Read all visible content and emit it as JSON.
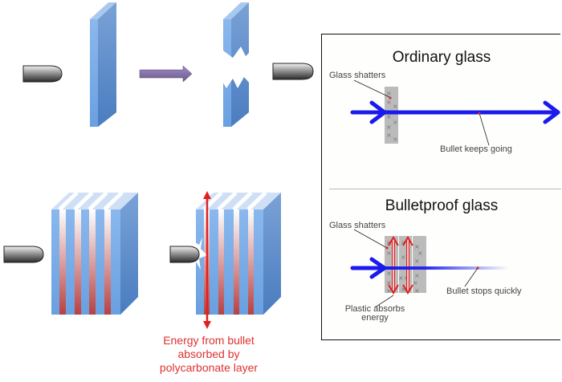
{
  "left_diagram": {
    "caption_lines": [
      "Energy from bullet",
      "absorbed by",
      "polycarbonate layer"
    ],
    "colors": {
      "glass": "#6a9ad6",
      "bullet": "#555555",
      "arrow": "#8a7aa8",
      "energy": "#e02020"
    }
  },
  "ordinary_panel": {
    "title": "Ordinary glass",
    "label_shatter": "Glass shatters",
    "label_bullet": "Bullet keeps going"
  },
  "bulletproof_panel": {
    "title": "Bulletproof glass",
    "label_shatter": "Glass shatters",
    "label_bullet": "Bullet stops quickly",
    "label_plastic_1": "Plastic absorbs",
    "label_plastic_2": "energy"
  },
  "colors": {
    "path": "#1a1aee",
    "plastic_arrow": "#e02020",
    "glass_panel": "#bbbbbb"
  }
}
